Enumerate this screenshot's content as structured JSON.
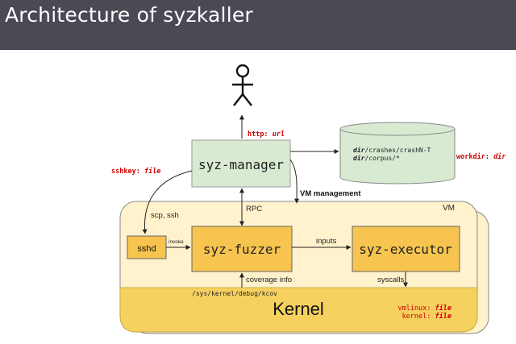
{
  "slide": {
    "title": "Architecture of syzkaller"
  },
  "diagram": {
    "http_label_prefix": "http: ",
    "http_label_var": "url",
    "manager": "syz-manager",
    "workdir_lines": [
      {
        "var": "dir",
        "rest": "/crashes/crashN-T"
      },
      {
        "var": "dir",
        "rest": "/corpus/*"
      }
    ],
    "workdir_label_prefix": "workdir: ",
    "workdir_label_var": "dir",
    "sshkey_label_prefix": "sshkey: ",
    "sshkey_label_var": "file",
    "vm_management": "VM management",
    "scp_ssh": "scp, ssh",
    "rpc": "RPC",
    "vm": "VM",
    "sshd": "sshd",
    "invoke": "invoke",
    "fuzzer": "syz-fuzzer",
    "inputs": "inputs",
    "executor": "syz-executor",
    "coverage_info": "coverage info",
    "syscalls": "syscalls",
    "kcov_path": "/sys/kernel/debug/kcov",
    "kernel": "Kernel",
    "vmlinux_prefix": "vmlinux: ",
    "vmlinux_var": "file",
    "kernel_file_prefix": "kernel: ",
    "kernel_file_var": "file"
  },
  "colors": {
    "header_bg": "#4a4a55",
    "manager_fill": "#d9ead3",
    "storage_fill": "#d9ead3",
    "vm_fill": "#fff2cc",
    "kernel_fill": "#f6d15f",
    "process_fill": "#f6c44f",
    "label_red": "#cc0000"
  }
}
